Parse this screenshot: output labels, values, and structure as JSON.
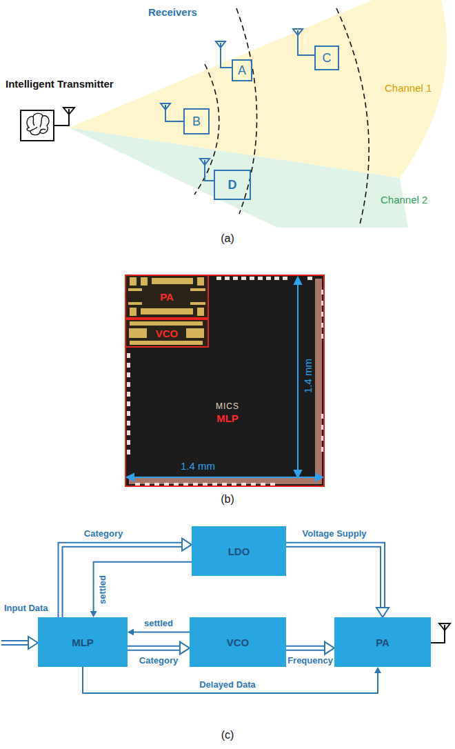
{
  "diagram": {
    "nodes": [
      {
        "text": [
          "A"
        ]
      },
      {
        "text": [
          "B"
        ]
      },
      {
        "text": [
          "C"
        ]
      },
      {
        "text": [
          "D"
        ]
      },
      {
        "text": [
          "MICS",
          "MLP"
        ]
      },
      {
        "text": [
          "PA"
        ],
        "in": 4
      },
      {
        "text": [
          "VCO"
        ],
        "in": 4
      },
      {
        "text": [
          "LDO"
        ]
      },
      {
        "text": [
          "MLP"
        ]
      },
      {
        "text": [
          "VCO"
        ]
      },
      {
        "text": [
          "PA"
        ]
      }
    ],
    "edges": [
      {
        "from": 8,
        "to": 7,
        "label": "Category",
        "arrow": "to"
      },
      {
        "from": 7,
        "to": 8,
        "label": "settled",
        "arrow": "to"
      },
      {
        "from": 7,
        "to": 10,
        "label": "Voltage Supply",
        "arrow": "to"
      },
      {
        "from": 8,
        "to": 9,
        "label": "Category",
        "arrow": "to"
      },
      {
        "from": 9,
        "to": 8,
        "label": "settled",
        "arrow": "to"
      },
      {
        "from": 9,
        "to": 10,
        "label": "Frequency",
        "arrow": "to"
      },
      {
        "from": 8,
        "to": 10,
        "label": "Delayed Data",
        "arrow": "to"
      }
    ],
    "labels": [
      "Intelligent Transmitter",
      "Receivers",
      "Channel 1",
      "Channel 2",
      "(a)",
      "1.4 mm",
      "1.4 mm",
      "(b)",
      "Input Data",
      "(c)"
    ]
  }
}
